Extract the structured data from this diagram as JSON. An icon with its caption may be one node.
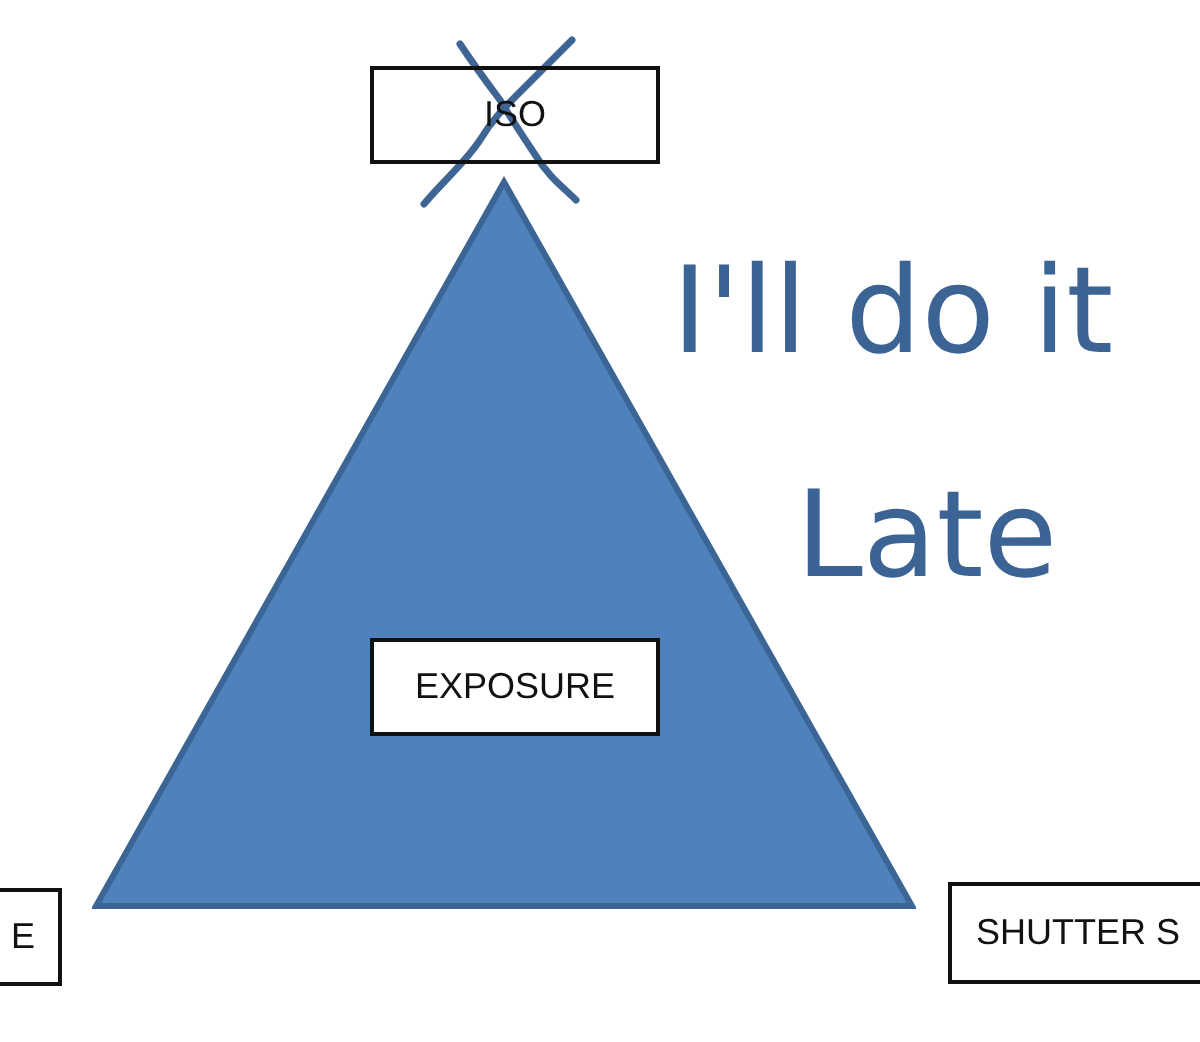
{
  "diagram": {
    "nodes": [
      {
        "text": [
          "ISO"
        ]
      },
      {
        "text": [],
        "shape": "triangle"
      },
      {
        "text": [
          "EXPOSURE"
        ],
        "in": 1
      },
      {
        "text": [
          "E"
        ]
      },
      {
        "text": [
          "SHUTTER S"
        ]
      }
    ],
    "labels": [
      "I'll do it Late"
    ]
  }
}
